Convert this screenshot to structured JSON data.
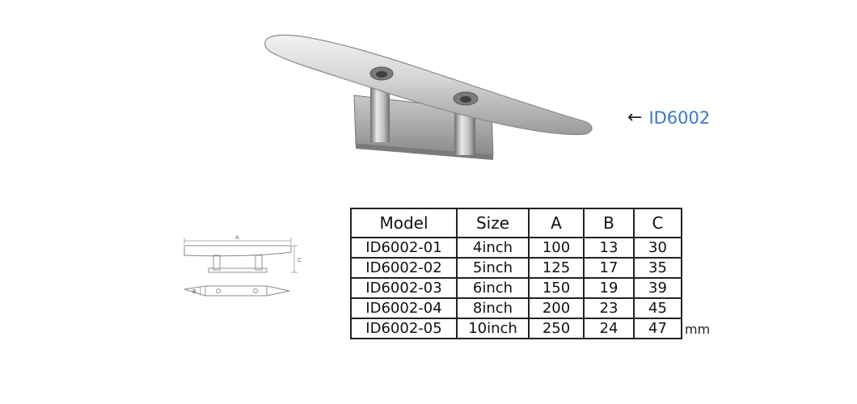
{
  "product": {
    "callout_arrow": "←",
    "callout_label": "ID6002"
  },
  "drawing": {
    "label_a": "A",
    "label_b": "B",
    "label_c": "C"
  },
  "table": {
    "headers": [
      "Model",
      "Size",
      "A",
      "B",
      "C"
    ],
    "rows": [
      [
        "ID6002-01",
        "4inch",
        "100",
        "13",
        "30"
      ],
      [
        "ID6002-02",
        "5inch",
        "125",
        "17",
        "35"
      ],
      [
        "ID6002-03",
        "6inch",
        "150",
        "19",
        "39"
      ],
      [
        "ID6002-04",
        "8inch",
        "200",
        "23",
        "45"
      ],
      [
        "ID6002-05",
        "10inch",
        "250",
        "24",
        "47"
      ]
    ],
    "unit": "mm"
  }
}
